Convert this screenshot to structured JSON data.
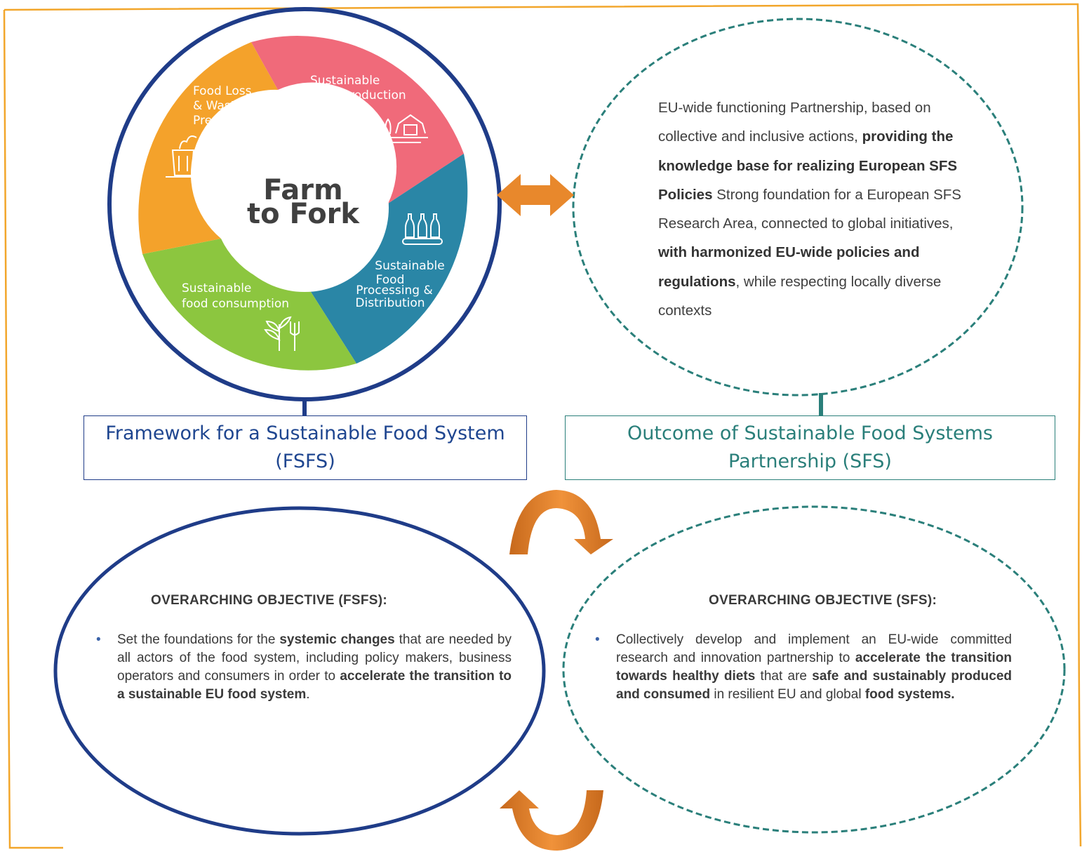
{
  "diagram": {
    "wheel": {
      "center_line1": "Farm",
      "center_line2": "to Fork",
      "segments": [
        {
          "name": "Sustainable Food Production",
          "lines": [
            "Sustainable",
            "Food Production"
          ],
          "color": "#f06a7a",
          "icon": "farm-barn-icon"
        },
        {
          "name": "Sustainable Food Processing & Distribution",
          "lines": [
            "Sustainable",
            "Food",
            "Processing &",
            "Distribution"
          ],
          "color": "#2a86a6",
          "icon": "bottles-conveyor-icon"
        },
        {
          "name": "Sustainable food consumption",
          "lines": [
            "Sustainable",
            "food consumption"
          ],
          "color": "#8cc63f",
          "icon": "plant-fork-icon"
        },
        {
          "name": "Food Loss & Waste Prevention",
          "lines": [
            "Food Loss",
            "& Waste",
            "Prevention"
          ],
          "color": "#f4a22b",
          "icon": "waste-bin-icon"
        }
      ]
    },
    "fsfs_title": {
      "line1": "Framework for a Sustainable Food System",
      "line2": "(FSFS)"
    },
    "sfs_title": {
      "line1": "Outcome of Sustainable Food Systems",
      "line2": "Partnership (SFS)"
    },
    "outcome": {
      "t1": "EU-wide functioning Partnership, based on collective and inclusive actions,",
      "b1": "providing the knowledge base for realizing European SFS Policies",
      "t2": "Strong foundation for a European SFS Research Area, connected to global initiatives,",
      "b2": "with harmonized EU-wide policies and regulations",
      "t3": ", while respecting locally diverse contexts"
    },
    "fsfs_objective": {
      "heading": "OVERARCHING OBJECTIVE (FSFS):",
      "bullet": "•",
      "t1": "Set the foundations for the",
      "b1": "systemic changes",
      "t2": "that are needed by all actors of the food system, including policy makers, business operators and consumers in order to",
      "b2": "accelerate the transition to a sustainable EU food system",
      "t3": "."
    },
    "sfs_objective": {
      "heading": "OVERARCHING OBJECTIVE (SFS):",
      "bullet": "•",
      "t1": "Collectively develop and implement an EU-wide committed research and innovation partnership to",
      "b1": "accelerate the transition towards healthy diets",
      "t2": "that are",
      "b2": "safe and sustainably produced and consumed",
      "t3": "in resilient EU and global",
      "b3": "food systems."
    },
    "colors": {
      "frame_border": "#f2a62b",
      "fsfs_blue": "#1f3c88",
      "sfs_teal": "#2a7f7a",
      "arrow_orange": "#e8882c"
    }
  }
}
